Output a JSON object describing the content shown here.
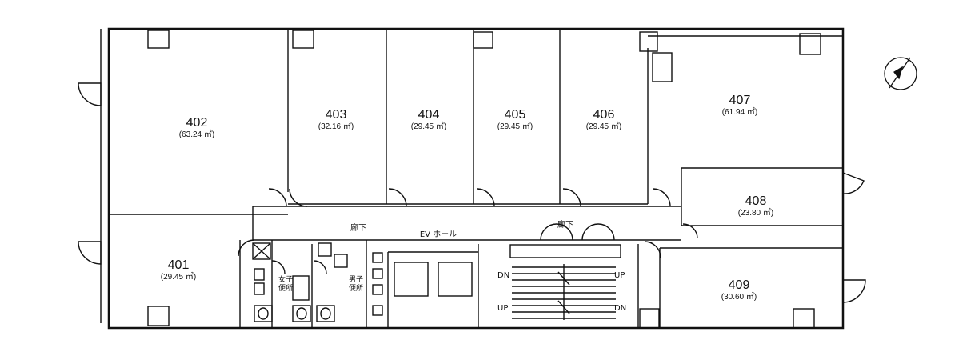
{
  "units": [
    {
      "id": "401",
      "area": "(29.45 ㎡)"
    },
    {
      "id": "402",
      "area": "(63.24 ㎡)"
    },
    {
      "id": "403",
      "area": "(32.16 ㎡)"
    },
    {
      "id": "404",
      "area": "(29.45 ㎡)"
    },
    {
      "id": "405",
      "area": "(29.45 ㎡)"
    },
    {
      "id": "406",
      "area": "(29.45 ㎡)"
    },
    {
      "id": "407",
      "area": "(61.94 ㎡)"
    },
    {
      "id": "408",
      "area": "(23.80 ㎡)"
    },
    {
      "id": "409",
      "area": "(30.60 ㎡)"
    }
  ],
  "labels": {
    "corridor_left": "廊下",
    "corridor_right": "廊下",
    "ev_hall": "EV ホール",
    "womens_restroom": "女子\n便所",
    "mens_restroom": "男子\n便所",
    "stair_dn_left": "DN",
    "stair_up_left": "UP",
    "stair_up_right": "UP",
    "stair_dn_right": "DN"
  },
  "compass": {
    "icon": "north-arrow-icon"
  }
}
